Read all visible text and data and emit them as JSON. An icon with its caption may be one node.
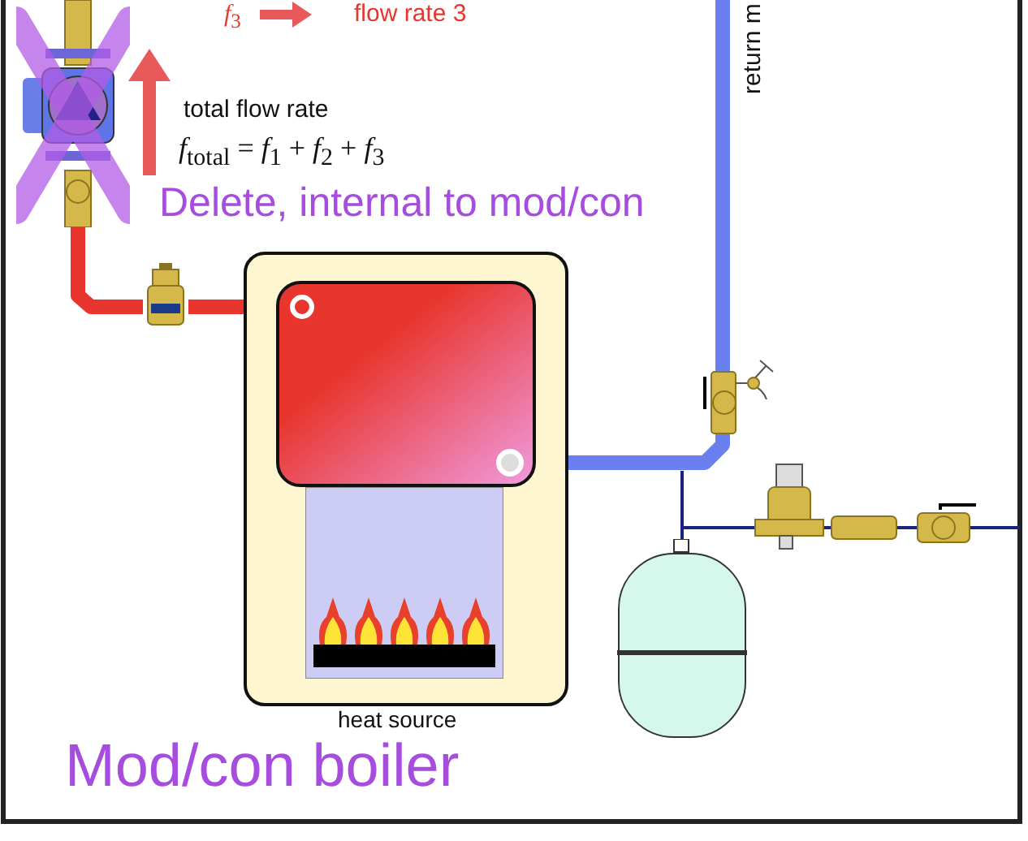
{
  "diagram": {
    "nodes": [
      {
        "text": [],
        "shape": "box"
      },
      {
        "text": [],
        "shape": "box",
        "in": 0
      },
      {
        "text": [],
        "shape": "picture",
        "in": 0
      },
      {
        "text": [],
        "shape": "picture"
      },
      {
        "text": [],
        "shape": "picture"
      },
      {
        "text": [],
        "shape": "cylinder"
      }
    ],
    "edges": [
      {
        "from": 3,
        "to": 4,
        "arrow": "none",
        "color": "#e8362e"
      },
      {
        "from": 4,
        "to": 1,
        "arrow": "none",
        "color": "#e8362e"
      },
      {
        "from": 1,
        "to": null,
        "arrow": "none",
        "color": "#6b80f0"
      }
    ],
    "labels": [
      "*f*$_{3}$",
      "flow rate 3",
      "return m",
      "total flow rate",
      "*f*$_{total}$ = *f*$_{1}$ + *f*$_{2}$ + *f*$_{3}$",
      "Delete, internal to mod/con",
      "heat source",
      "Mod/con boiler"
    ]
  }
}
